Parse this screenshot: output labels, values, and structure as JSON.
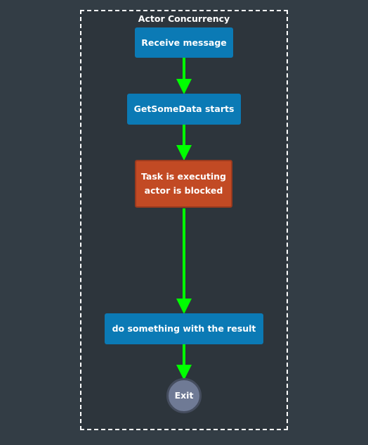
{
  "diagram": {
    "cluster_title": "Actor Concurrency",
    "nodes": {
      "receive": "Receive message",
      "getsomedata": "GetSomeData starts",
      "task_blocked": "Task is executing\nactor is blocked",
      "do_something": "do something with the result",
      "exit": "Exit"
    },
    "edges": [
      {
        "from": "receive",
        "to": "getsomedata"
      },
      {
        "from": "getsomedata",
        "to": "task_blocked"
      },
      {
        "from": "task_blocked",
        "to": "do_something"
      },
      {
        "from": "do_something",
        "to": "exit"
      }
    ],
    "colors": {
      "background": "#333d45",
      "cluster_fill": "#2d353c",
      "node_blue": "#0b7ab5",
      "node_red": "#c24a24",
      "node_exit": "#6f7a95",
      "edge": "#00ff00"
    }
  }
}
